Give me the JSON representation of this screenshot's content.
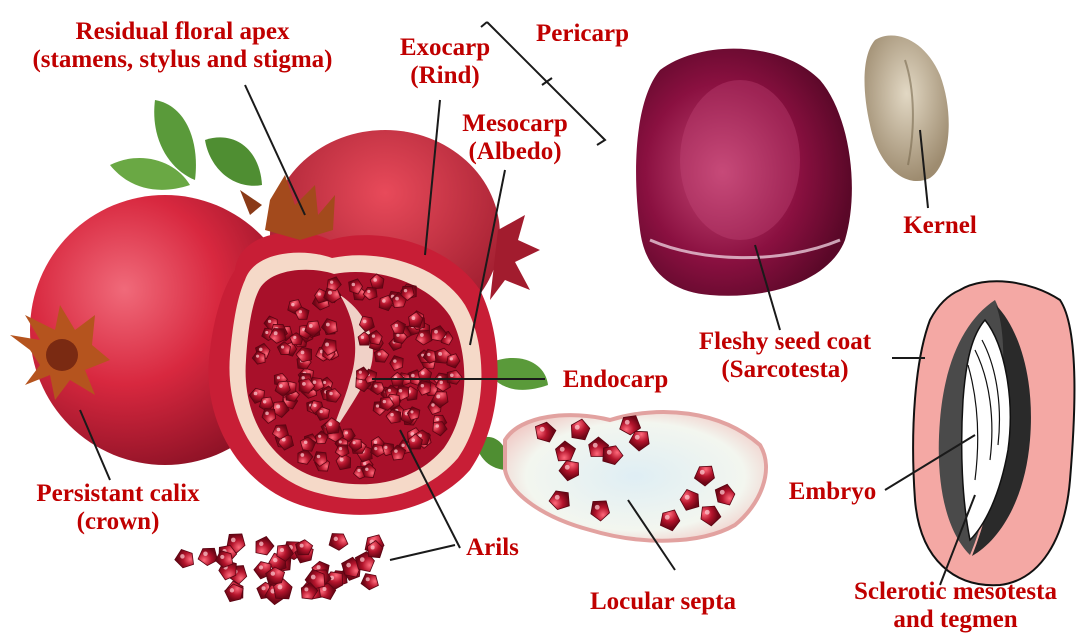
{
  "colors": {
    "label": "#c00000",
    "leader": "#1a1a1a",
    "rind": "#d8283f",
    "aril": "#9b0f22",
    "kernel": "#cbbfa8",
    "diagram_coat": "#f4a8a4"
  },
  "labels": {
    "residual_floral_apex": {
      "line1": "Residual floral apex",
      "line2": "(stamens, stylus and stigma)"
    },
    "exocarp": {
      "line1": "Exocarp",
      "line2": "(Rind)"
    },
    "pericarp": "Pericarp",
    "mesocarp": {
      "line1": "Mesocarp",
      "line2": "(Albedo)"
    },
    "kernel": "Kernel",
    "fleshy_seed_coat": {
      "line1": "Fleshy seed coat",
      "line2": "(Sarcotesta)"
    },
    "endocarp": "Endocarp",
    "persistant_calix": {
      "line1": "Persistant calix",
      "line2": "(crown)"
    },
    "arils": "Arils",
    "embryo": "Embryo",
    "locular_septa": "Locular septa",
    "sclerotic": {
      "line1": "Sclerotic mesotesta",
      "line2": "and tegmen"
    }
  }
}
